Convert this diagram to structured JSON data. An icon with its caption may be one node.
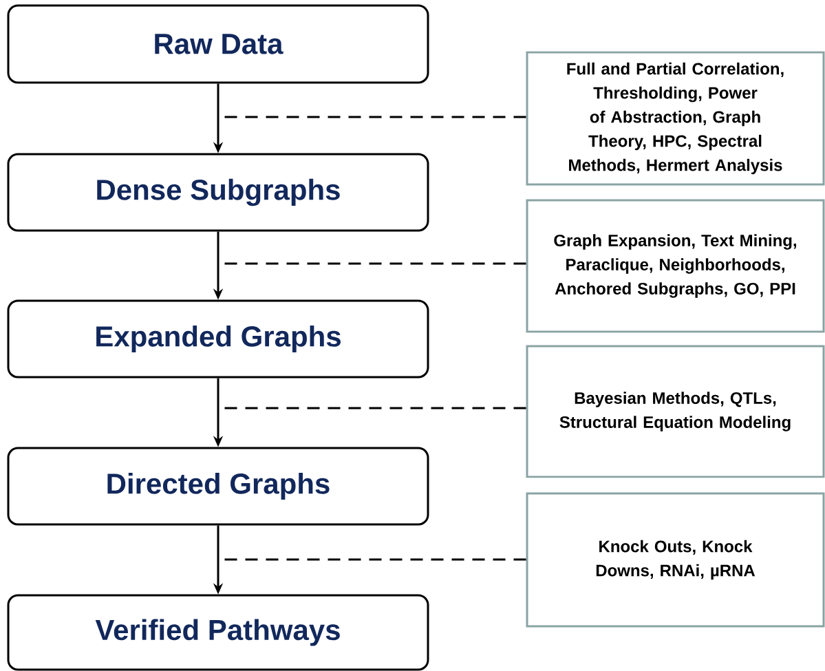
{
  "diagram": {
    "nodes": [
      {
        "text": [
          "Raw Data"
        ]
      },
      {
        "text": [
          "Dense Subgraphs"
        ]
      },
      {
        "text": [
          "Expanded Graphs"
        ]
      },
      {
        "text": [
          "Directed Graphs"
        ]
      },
      {
        "text": [
          "Verified Pathways"
        ]
      },
      {
        "text": [
          "Full and Partial Correlation, Thresholding, Power of Abstraction, Graph Theory, HPC, Spectral Methods, Hermert Analysis"
        ]
      },
      {
        "text": [
          "Graph Expansion, Text Mining, Paraclique, Neighborhoods, Anchored Subgraphs, GO, PPI"
        ]
      },
      {
        "text": [
          "Bayesian Methods, QTLs, Structural Equation Modeling"
        ]
      },
      {
        "text": [
          "Knock Outs, Knock Downs, RNAi, µRNA"
        ]
      }
    ],
    "edges": [
      {
        "from": 0,
        "to": 1,
        "arrow": "to"
      },
      {
        "from": 1,
        "to": 2,
        "arrow": "to"
      },
      {
        "from": 2,
        "to": 3,
        "arrow": "to"
      },
      {
        "from": 3,
        "to": 4,
        "arrow": "to"
      },
      {
        "from": 5,
        "to": null,
        "arrow": "none",
        "style": "dashed"
      },
      {
        "from": 6,
        "to": null,
        "arrow": "none",
        "style": "dashed"
      },
      {
        "from": 7,
        "to": null,
        "arrow": "none",
        "style": "dashed"
      },
      {
        "from": 8,
        "to": null,
        "arrow": "none",
        "style": "dashed"
      }
    ]
  }
}
